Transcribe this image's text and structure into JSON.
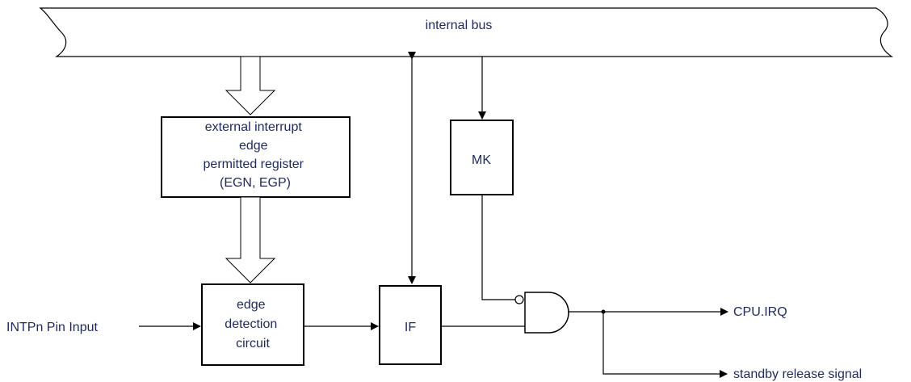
{
  "bus": {
    "label": "internal bus"
  },
  "blocks": {
    "egn_register": {
      "lines": [
        "external interrupt",
        "edge",
        "permitted register",
        "(EGN, EGP)"
      ]
    },
    "edge_detection": {
      "lines": [
        "edge",
        "detection",
        "circuit"
      ]
    },
    "if_flag": {
      "label": "IF"
    },
    "mk_flag": {
      "label": "MK"
    }
  },
  "signals": {
    "input": "INTPn Pin Input",
    "cpu_irq": "CPU.IRQ",
    "standby": "standby release signal"
  }
}
